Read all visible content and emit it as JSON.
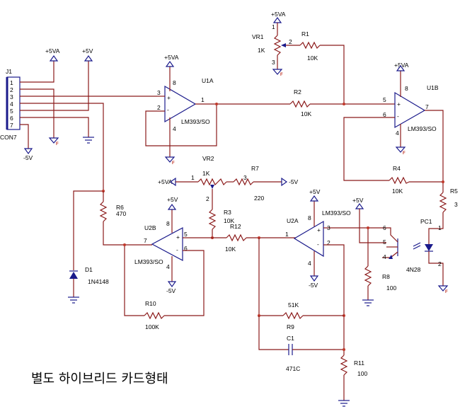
{
  "connector": {
    "ref": "J1",
    "name": "CON7",
    "pins": [
      "1",
      "2",
      "3",
      "4",
      "5",
      "6",
      "7"
    ]
  },
  "supplies": {
    "vcc_a": "+5VA",
    "vcc": "+5V",
    "vee": "-5V",
    "gnd_f": "F"
  },
  "u1a": {
    "ref": "U1A",
    "part": "LM393/SO",
    "plus": "+",
    "minus": "-",
    "pin_plus": "3",
    "pin_minus": "2",
    "pin_out": "1",
    "pin_v": "8",
    "pin_g": "4"
  },
  "u1b": {
    "ref": "U1B",
    "part": "LM393/SO",
    "plus": "+",
    "minus": "-",
    "pin_plus": "5",
    "pin_minus": "6",
    "pin_out": "7",
    "pin_v": "8",
    "pin_g": "4"
  },
  "u2b": {
    "ref": "U2B",
    "part": "LM393/SO",
    "plus": "+",
    "minus": "-",
    "pin_plus": "5",
    "pin_minus": "6",
    "pin_out": "7",
    "pin_v": "8",
    "pin_g": "4"
  },
  "u2a": {
    "ref": "U2A",
    "part": "LM393/SO",
    "plus": "+",
    "minus": "-",
    "pin_plus": "3",
    "pin_minus": "2",
    "pin_out": "1",
    "pin_v": "8",
    "pin_g": "4"
  },
  "vr1": {
    "ref": "VR1",
    "value": "1K",
    "p1": "1",
    "p2": "2",
    "p3": "3"
  },
  "vr2": {
    "ref": "VR2",
    "value": "1K",
    "p1": "1",
    "p2": "2",
    "p3": "3"
  },
  "r1": {
    "ref": "R1",
    "value": "10K"
  },
  "r2": {
    "ref": "R2",
    "value": "10K"
  },
  "r3": {
    "ref": "R3",
    "value": "10K"
  },
  "r4": {
    "ref": "R4",
    "value": "10K"
  },
  "r5": {
    "ref": "R5",
    "value": "3"
  },
  "r6": {
    "ref": "R6",
    "value": "470"
  },
  "r7": {
    "ref": "R7",
    "value": "220"
  },
  "r8": {
    "ref": "R8",
    "value": "100"
  },
  "r9": {
    "ref": "R9",
    "value": "51K"
  },
  "r10": {
    "ref": "R10",
    "value": "100K"
  },
  "r11": {
    "ref": "R11",
    "value": "100"
  },
  "r12": {
    "ref": "R12",
    "value": "10K"
  },
  "c1": {
    "ref": "C1",
    "value": "471C"
  },
  "d1": {
    "ref": "D1",
    "value": "1N4148"
  },
  "pc1": {
    "ref": "PC1",
    "part": "4N28",
    "p1": "1",
    "p2": "2",
    "p4": "4",
    "p5": "5",
    "p6": "6"
  },
  "caption": "별도 하이브리드 카드형태"
}
